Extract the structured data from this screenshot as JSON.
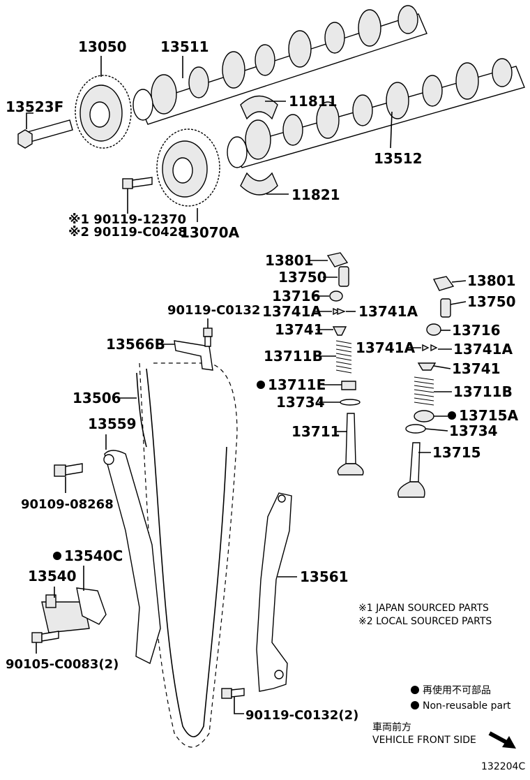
{
  "labels": {
    "p13050": "13050",
    "p13511": "13511",
    "p13523F": "13523F",
    "p11811": "11811",
    "p13512": "13512",
    "p11821": "11821",
    "p90119_12370": "※1 90119-12370",
    "p90119_C0428": "※2 90119-C0428",
    "p13070A": "13070A",
    "p13801_a": "13801",
    "p13750_a": "13750",
    "p13716_a": "13716",
    "p13741A_a1": "13741A",
    "p13741A_a2": "13741A",
    "p13741_a": "13741",
    "p13711B_a": "13711B",
    "p13711E": "13711E",
    "p13734_a": "13734",
    "p13711": "13711",
    "p13801_b": "13801",
    "p13750_b": "13750",
    "p13716_b": "13716",
    "p13741A_b1": "13741A",
    "p13741A_b2": "13741A",
    "p13741_b": "13741",
    "p13711B_b": "13711B",
    "p13715A": "13715A",
    "p13734_b": "13734",
    "p13715": "13715",
    "p90119_C0132_top": "90119-C0132",
    "p13566B": "13566B",
    "p13506": "13506",
    "p13559": "13559",
    "p90109_08268": "90109-08268",
    "p13540C": "13540C",
    "p13540": "13540",
    "p13561": "13561",
    "p90105_C0083": "90105-C0083(2)",
    "p90119_C0132_bot": "90119-C0132(2)"
  },
  "notes": {
    "note1": "※1 JAPAN SOURCED PARTS",
    "note2": "※2 LOCAL SOURCED PARTS"
  },
  "legend": {
    "jp": "再使用不可部品",
    "en": "Non-reusable part"
  },
  "direction": {
    "jp": "車両前方",
    "en": "VEHICLE FRONT SIDE"
  },
  "diagram_code": "132204C"
}
